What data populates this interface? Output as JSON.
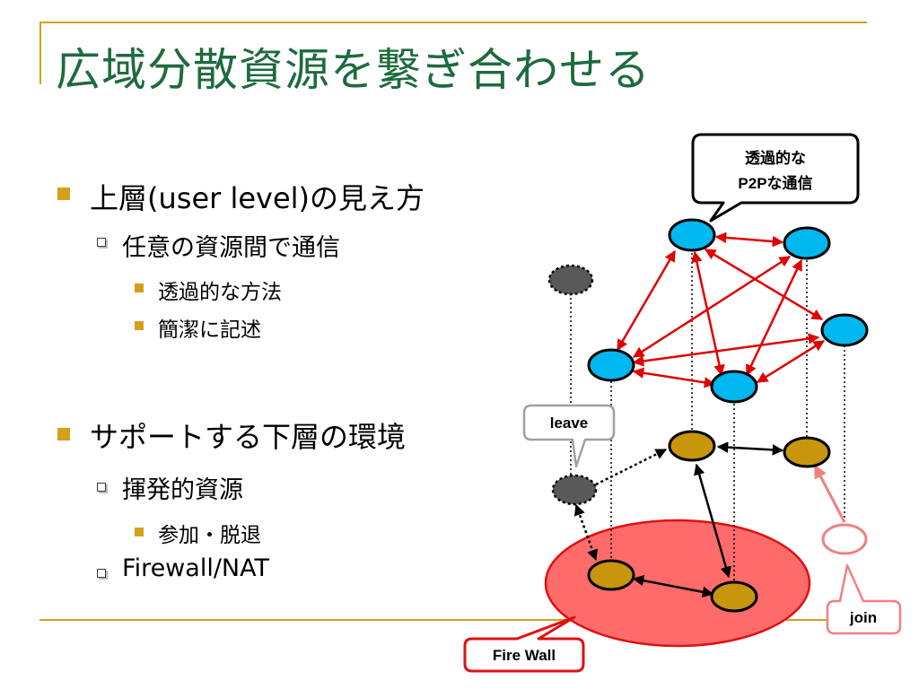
{
  "slide": {
    "title": "広域分散資源を繋ぎ合わせる",
    "accent_color": "#d4a017",
    "title_color": "#1d6b3d"
  },
  "bullets": [
    {
      "level": 1,
      "text": "上層(user level)の見え方"
    },
    {
      "level": 2,
      "text": "任意の資源間で通信"
    },
    {
      "level": 3,
      "text": "透過的な方法"
    },
    {
      "level": 3,
      "text": "簡潔に記述"
    },
    {
      "level": 1,
      "text": "サポートする下層の環境"
    },
    {
      "level": 2,
      "text": "揮発的資源"
    },
    {
      "level": 3,
      "text": "参加・脱退"
    },
    {
      "level": 2,
      "text": "Firewall/NAT"
    }
  ],
  "diagram": {
    "callouts": {
      "p2p_line1": "透過的な",
      "p2p_line2": "P2Pな通信",
      "leave": "leave",
      "join": "join",
      "firewall": "Fire Wall"
    },
    "colors": {
      "upper_node": "#00b7f0",
      "lower_node": "#c8960c",
      "leaving_node": "#595959",
      "joining_node": "#ff8a8a",
      "firewall_fill": "#ff6b6b",
      "p2p_arrow": "#e00000"
    }
  }
}
